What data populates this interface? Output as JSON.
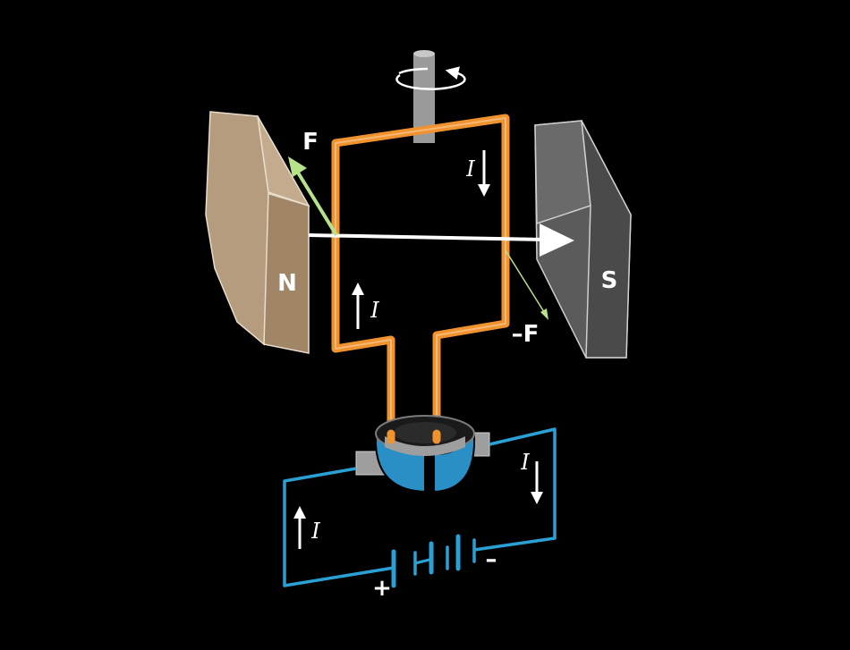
{
  "labels": {
    "north": "N",
    "south": "S",
    "force": "F",
    "neg_force": "–F",
    "current": "I",
    "plus": "+",
    "minus": "–"
  },
  "colors": {
    "background": "#000000",
    "loop": "#f0932f",
    "circuit": "#2aa0d4",
    "north_magnet": "#b59c7f",
    "south_magnet": "#5b5b5b",
    "field_arrow": "#ffffff",
    "force_arrow": "#b8e28a",
    "axle": "#9a9a9a",
    "brush": "#9e9e9e"
  },
  "icons": {
    "rotation": "rotation-arrow-icon"
  }
}
